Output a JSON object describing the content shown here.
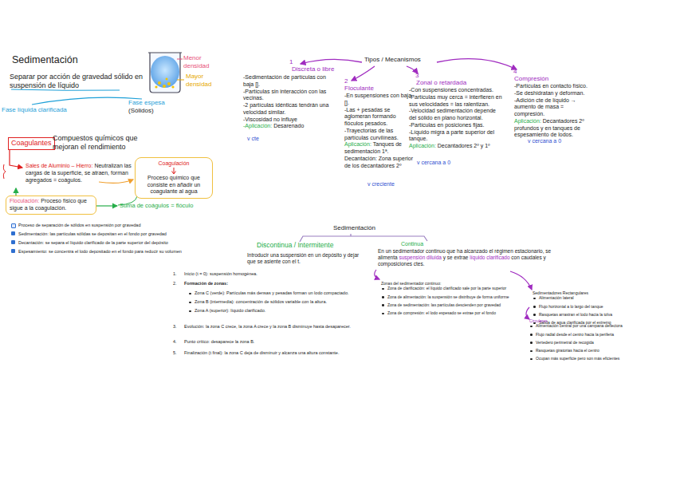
{
  "diagram": {
    "title": "Sedimentación",
    "nodes": [
      {
        "text": [
          "Coagulantes"
        ]
      },
      {
        "text": [
          "Coagulación",
          "Proceso químico que consiste en añadir un coagulante al agua"
        ]
      },
      {
        "text": [
          "Floculación:",
          "Proceso físico que sigue a la coagulación."
        ]
      }
    ],
    "labels": [
      "Separar por acción de gravedad sólido en suspensión de líquido",
      "Menor densidad",
      "Mayor densidad",
      "Fase líquida clarificada",
      "Fase espesa",
      "(Sólidos)",
      "Compuestos químicos que mejoran el rendimiento",
      "Sales de Aluminio – Hierro:",
      "Neutralizan las cargas de la superficie, se atraen, forman agregados = coágulos.",
      "Suma de coágulos = flóculo",
      "Proceso de separación de sólidos en suspensión por gravedad",
      "Sedimentación: las partículas sólidas se depositan en el fondo por gravedad",
      "Decantación: se separa el líquido clarificado de la parte superior del depósito",
      "Espesamiento: se concentra el lodo depositado en el fondo para reducir su volumen",
      "Tipos / Mecanismos",
      "1",
      "Discreta o libre",
      "-Sedimentación de partículas con baja [].",
      "-Partículas sin interacción con las vecinas.",
      "-2 partículas idénticas tendrán una velocidad similar.",
      "-Viscosidad no influye",
      "-Aplicación:",
      "Desarenado",
      "v cte",
      "2",
      "Floculante",
      "-En suspensiones con baja [].",
      "-Las + pesadas se aglomeran formando flóculos pesados.",
      "-Trayectorias de las partículas curvilíneas.",
      "Aplicación:",
      "Tanques de sedimentación 1ª.",
      "Decantación: Zona superior de los decantadores 2º",
      "v creciente",
      "3",
      "Zonal o retardada",
      "-Con suspensiones concentradas.",
      "-Partículas muy cerca = interfieren en sus velocidades = las ralentizan.",
      "-Velocidad sedimentación depende del sólido en plano horizontal.",
      "-Partículas en posiciones fijas.",
      "-Líquido migra a parte superior del tanque.",
      "Aplicación:",
      "Decantadores 2º y 1º",
      "v cercana a 0",
      "4",
      "Compresión",
      "-Partículas en contacto físico.",
      "-Se deshidratan y deforman.",
      "-Adición cte de líquido → aumento de masa = compresión.",
      "Aplicación:",
      "Decantadores 2º profundos y en tanques de espesamiento de lodos.",
      "v cercana a 0",
      "Sedimentación",
      "Discontinua / Intermitente",
      "Introducir una suspensión en un depósito y dejar que se asiente con el t.",
      "1.",
      "Inicio (t = 0): suspensión homogénea.",
      "2.",
      "Formación de zonas:",
      "Zona C (verde): Partículas más densas y pesadas forman un lodo compactado.",
      "Zona B (intermedia): concentración de sólidos variable con la altura.",
      "Zona A (superior): líquido clarificado.",
      "3.",
      "Evolución: la zona C crece, la zona A crece y la zona B disminuye hasta desaparecer.",
      "4.",
      "Punto crítico: desaparece la zona B.",
      "5.",
      "Finalización (t final): la zona C deja de disminuir y alcanza una altura constante.",
      "Continua",
      "En un sedimentador continuo que ha alcanzado el régimen estacionario, se alimenta",
      "suspensión diluida",
      "y se extrae",
      "líquido clarificado",
      "con caudales y composiciones ctes.",
      "Zonas del sedimentador continuo:",
      "Zona de clarificación: el líquido clarificado sale por la parte superior",
      "Zona de alimentación: la suspensión se distribuye de forma uniforme",
      "Zona de sedimentación: las partículas descienden por gravedad",
      "Zona de compresión: el lodo espesado se extrae por el fondo",
      "Sedimentadores Rectangulares",
      "Alimentación lateral",
      "Flujo horizontal a lo largo del tanque",
      "Rasquetas arrastran el lodo hacia la tolva",
      "Salida de agua clarificada por el extremo",
      "Circulares",
      "Alimentación central por una campana deflectora",
      "Flujo radial desde el centro hacia la periferia",
      "Vertedero perimetral de recogida",
      "Rasquetas giratorias hacia el centro",
      "Ocupan más superficie pero son más eficientes"
    ]
  }
}
